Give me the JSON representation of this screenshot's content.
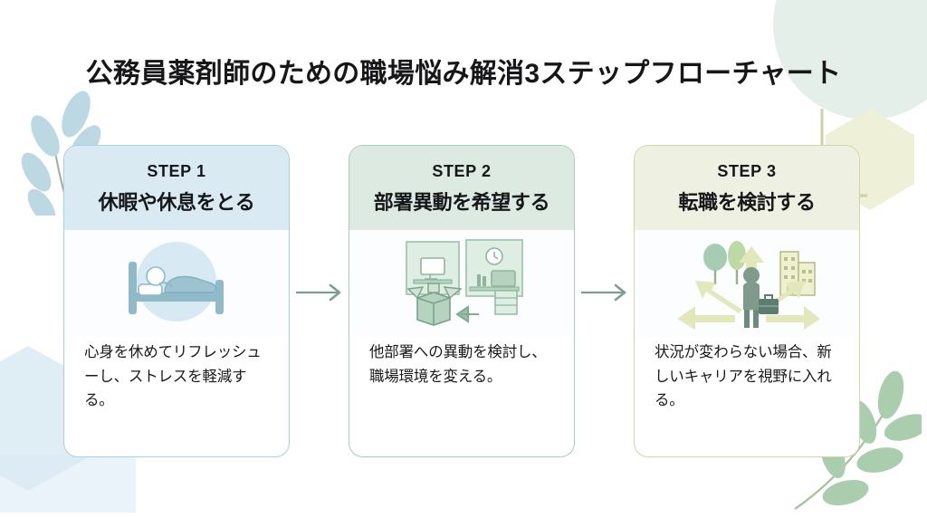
{
  "page": {
    "title": "公務員薬剤師のための職場悩み解消3ステップフローチャート",
    "background_color": "#ffffff",
    "title_color": "#17171a"
  },
  "steps": [
    {
      "label": "STEP 1",
      "heading": "休暇や休息をとる",
      "body": "心身を休めてリフレッシューし、ストレスを軽減する。",
      "illustration": "person-sleeping-in-bed-icon",
      "header_color": "#daeaf3",
      "border_color": "#a9cfe2",
      "accent_color": "#8fb8cc"
    },
    {
      "label": "STEP 2",
      "heading": "部署異動を希望する",
      "body": "他部署への異動を検討し、職場環境を変える。",
      "illustration": "office-rooms-moving-boxes-icon",
      "header_color": "#dceae1",
      "border_color": "#a9ccbc",
      "accent_color": "#93b7a4"
    },
    {
      "label": "STEP 3",
      "heading": "転職を検討する",
      "body": "状況が変わらない場合、新しいキャリアを視野に入れる。",
      "illustration": "businessperson-career-paths-arrows-icon",
      "header_color": "#eef0e2",
      "border_color": "#cfd7a8",
      "accent_color": "#b6c07f"
    }
  ],
  "connectors": [
    {
      "name": "arrow-step1-to-step2",
      "color": "#7c9e91"
    },
    {
      "name": "arrow-step2-to-step3",
      "color": "#7c9e91"
    }
  ],
  "decorations": [
    {
      "name": "mint-circle-top-right",
      "color": "#dfece6"
    },
    {
      "name": "yellow-hexagon-right",
      "color": "#eef0d8"
    },
    {
      "name": "blue-hexagon-bottom-left",
      "color": "#dcebf3"
    },
    {
      "name": "blue-leaf-branch-top-left",
      "color": "#b9d7e2"
    },
    {
      "name": "green-leaf-branch-bottom-right",
      "color": "#a8ccac"
    }
  ]
}
